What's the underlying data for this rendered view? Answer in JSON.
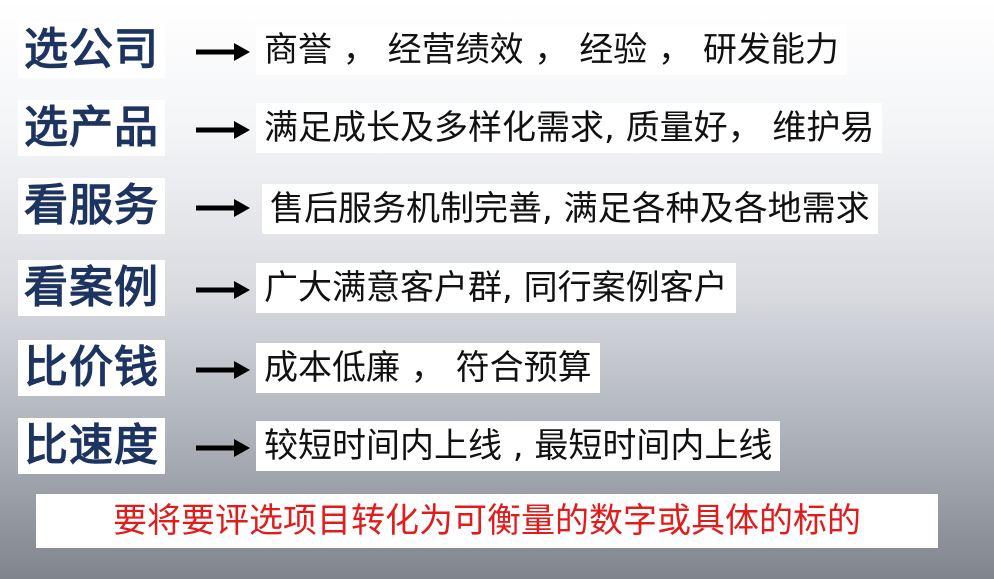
{
  "rows": [
    {
      "label": "选公司",
      "description": "商誉 ， 经营绩效 ， 经验 ， 研发能力"
    },
    {
      "label": "选产品",
      "description": "满足成长及多样化需求, 质量好， 维护易"
    },
    {
      "label": "看服务",
      "description": "售后服务机制完善, 满足各种及各地需求"
    },
    {
      "label": "看案例",
      "description": "广大满意客户群, 同行案例客户"
    },
    {
      "label": "比价钱",
      "description": "成本低廉 ， 符合预算"
    },
    {
      "label": "比速度",
      "description": "较短时间内上线 , 最短时间内上线"
    }
  ],
  "conclusion": "要将要评选项目转化为可衡量的数字或具体的标的",
  "colors": {
    "label_text": "#1d3461",
    "conclusion_text": "#e21b1b",
    "arrow": "#000000"
  }
}
